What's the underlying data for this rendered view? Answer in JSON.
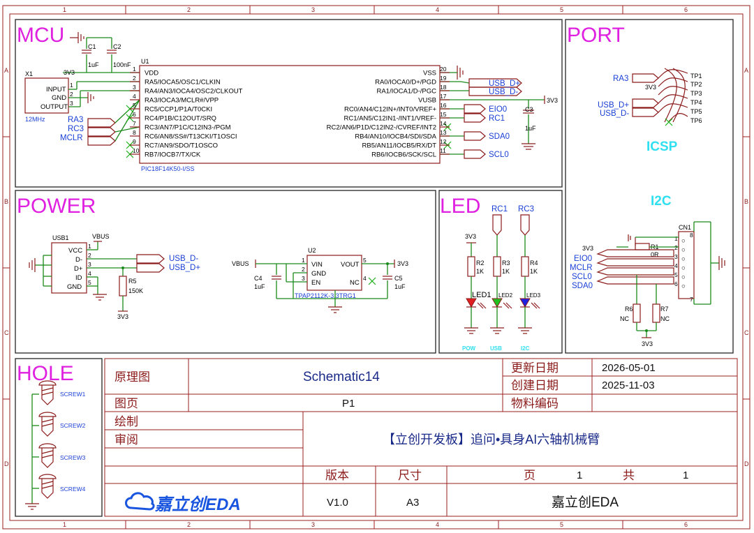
{
  "grid": {
    "columns": [
      "1",
      "2",
      "3",
      "4",
      "5",
      "6"
    ],
    "rows": [
      "A",
      "B",
      "C",
      "D"
    ]
  },
  "sections": {
    "mcu": "MCU",
    "port": "PORT",
    "power": "POWER",
    "led": "LED",
    "hole": "HOLE"
  },
  "mcu": {
    "u1_ref": "U1",
    "u1_part": "PIC18F14K50-I/SS",
    "c1": "C1",
    "c1_val": "1uF",
    "c2": "C2",
    "c2_val": "100nF",
    "x1": "X1",
    "x1_val": "12MHz",
    "x1_pins": [
      "INPUT",
      "GND",
      "OUTPUT"
    ],
    "x1_pin_nums": [
      "1",
      "2",
      "3"
    ],
    "c3": "C3",
    "c3_val": "1uF",
    "left_pins": [
      {
        "num": "1",
        "name": "VDD"
      },
      {
        "num": "2",
        "name": "RA5/IOCA5/OSC1/CLKIN"
      },
      {
        "num": "3",
        "name": "RA4/AN3/IOCA4/OSC2/CLKOUT"
      },
      {
        "num": "4",
        "name": "RA3/IOCA3/MCLR#/VPP"
      },
      {
        "num": "5",
        "name": "RC5/CCP1/P1A/T0CKI"
      },
      {
        "num": "6",
        "name": "RC4/P1B/C12OUT/SRQ"
      },
      {
        "num": "7",
        "name": "RC3/AN7/P1C/C12IN3-/PGM"
      },
      {
        "num": "8",
        "name": "RC6/AN8/SS#/T13CKI/T1OSCI"
      },
      {
        "num": "9",
        "name": "RC7/AN9/SDO/T1OSCO"
      },
      {
        "num": "10",
        "name": "RB7/IOCB7/TX/CK"
      }
    ],
    "right_pins": [
      {
        "num": "20",
        "name": "VSS"
      },
      {
        "num": "19",
        "name": "RA0/IOCA0/D+/PGD"
      },
      {
        "num": "18",
        "name": "RA1/IOCA1/D-/PGC"
      },
      {
        "num": "17",
        "name": "VUSB"
      },
      {
        "num": "16",
        "name": "RC0/AN4/C12IN+/INT0/VREF+"
      },
      {
        "num": "15",
        "name": "RC1/AN5/C12IN1-/INT1/VREF-"
      },
      {
        "num": "14",
        "name": "RC2/AN6/P1D/C12IN2-/CVREF/INT2"
      },
      {
        "num": "13",
        "name": "RB4/AN10/IOCB4/SDI/SDA"
      },
      {
        "num": "12",
        "name": "RB5/AN11/IOCB5/RX/DT"
      },
      {
        "num": "11",
        "name": "RB6/IOCB6/SCK/SCL"
      }
    ],
    "left_nets": [
      "RA3",
      "RC3",
      "MCLR"
    ],
    "right_nets": [
      "USB_D+",
      "USB_D-",
      "EIO0",
      "RC1",
      "SDA0",
      "SCL0"
    ],
    "net_3v3": "3V3"
  },
  "port": {
    "ra3": "RA3",
    "usb_dp": "USB_D+",
    "usb_dm": "USB_D-",
    "v3v3": "3V3",
    "tps": [
      "TP1",
      "TP2",
      "TP3",
      "TP4",
      "TP5",
      "TP6"
    ],
    "icsp": "ICSP",
    "i2c": "I2C",
    "cn1": "CN1",
    "r1": "R1",
    "r1_val": "0R",
    "cn_nets": [
      "3V3",
      "EIO0",
      "MCLR",
      "SCL0",
      "SDA0"
    ],
    "cn_pin_nums": [
      "1",
      "2",
      "3",
      "4",
      "5",
      "6",
      "7",
      "8"
    ],
    "r6": "R6",
    "r6_val": "NC",
    "r7": "R7",
    "r7_val": "NC",
    "bottom_3v3": "3V3"
  },
  "power": {
    "usb1": "USB1",
    "vbus": "VBUS",
    "usb_pins": [
      "VCC",
      "D-",
      "D+",
      "ID",
      "GND"
    ],
    "usb_pin_nums": [
      "1",
      "2",
      "3",
      "4",
      "5"
    ],
    "r5": "R5",
    "r5_val": "150K",
    "r5_3v3": "3V3",
    "usb_dm": "USB_D-",
    "usb_dp": "USB_D+",
    "u2": "U2",
    "u2_pins": [
      "VIN",
      "GND",
      "EN",
      "VOUT",
      "NC"
    ],
    "u2_pin_nums": [
      "1",
      "2",
      "3",
      "5",
      "4"
    ],
    "u2_part": "TPAP2112K-3.3TRG1",
    "vbus_in": "VBUS",
    "v3v3": "3V3",
    "c4": "C4",
    "c4_val": "1uF",
    "c5": "C5",
    "c5_val": "1uF"
  },
  "led": {
    "rc1": "RC1",
    "rc3": "RC3",
    "v3v3": "3V3",
    "resistors": [
      {
        "ref": "R2",
        "val": "1K"
      },
      {
        "ref": "R3",
        "val": "1K"
      },
      {
        "ref": "R4",
        "val": "1K"
      }
    ],
    "leds": [
      "LED1",
      "LED2",
      "LED3"
    ],
    "labels": [
      "POW",
      "USB",
      "I2C"
    ],
    "colors": [
      "#e02020",
      "#20c020",
      "#2020e0"
    ]
  },
  "hole": {
    "screws": [
      "SCREW1",
      "SCREW2",
      "SCREW3",
      "SCREW4"
    ]
  },
  "titleblock": {
    "schematic_label": "原理图",
    "schematic_value": "Schematic14",
    "update_label": "更新日期",
    "update_value": "2026-05-01",
    "create_label": "创建日期",
    "create_value": "2025-11-03",
    "page_label": "图页",
    "page_value": "P1",
    "material_label": "物料编码",
    "draw_label": "绘制",
    "review_label": "审阅",
    "title": "【立创开发板】追问•具身AI六轴机械臂",
    "version_label": "版本",
    "version_value": "V1.0",
    "size_label": "尺寸",
    "size_value": "A3",
    "ye_label": "页",
    "ye_value": "1",
    "gong_label": "共",
    "gong_value": "1",
    "company": "嘉立创EDA",
    "logo_text": "嘉立创EDA",
    "logo_color": "#1a55e0"
  }
}
